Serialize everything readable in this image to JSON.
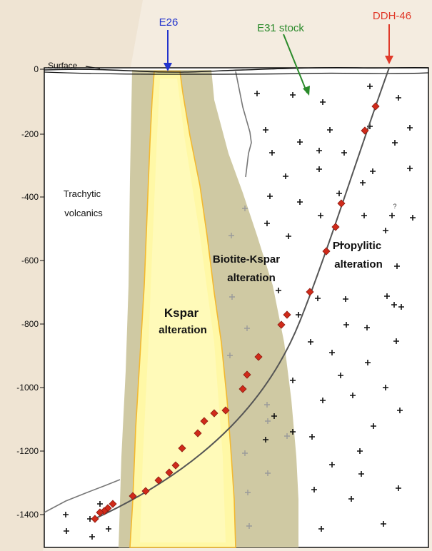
{
  "labels": {
    "e26": "E26",
    "e31": "E31 stock",
    "ddh": "DDH-46",
    "surface": "Surface",
    "trachytic_1": "Trachytic",
    "trachytic_2": "volcanics",
    "kspar_1": "Kspar",
    "kspar_2": "alteration",
    "biotite_1": "Biotite-Kspar",
    "biotite_2": "alteration",
    "propylitic_1": "Propylitic",
    "propylitic_2": "alteration",
    "question": "?"
  },
  "depth_axis": {
    "ticks": [
      "0",
      "-200",
      "-400",
      "-600",
      "-800",
      "-1000",
      "-1200",
      "-1400"
    ]
  },
  "colors": {
    "e26": "#2233cc",
    "e31": "#2a8a2a",
    "ddh": "#e03a2a",
    "kspar_fill": "#fff8a6",
    "kspar_edge": "#f2b830",
    "biotite_fill": "#cfc9a3",
    "sample": "#d02a1a",
    "drillhole": "#555555"
  }
}
